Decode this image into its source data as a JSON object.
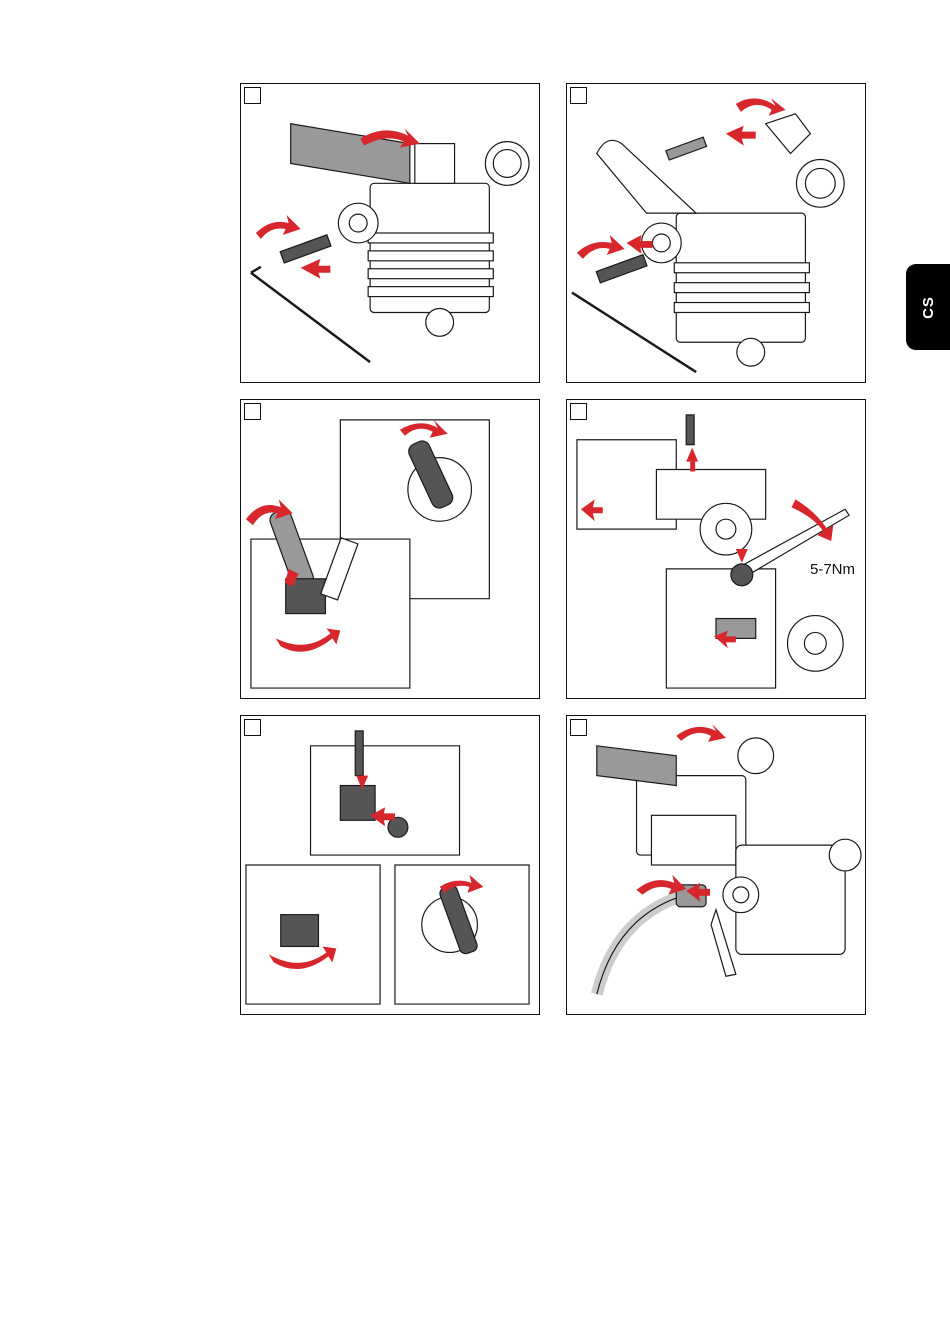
{
  "tab": {
    "language_code": "CS"
  },
  "panels": [
    {
      "id": 1,
      "step_number": ""
    },
    {
      "id": 2,
      "step_number": ""
    },
    {
      "id": 3,
      "step_number": ""
    },
    {
      "id": 4,
      "step_number": "",
      "torque_label": "5-7Nm"
    },
    {
      "id": 5,
      "step_number": ""
    },
    {
      "id": 6,
      "step_number": ""
    }
  ],
  "colors": {
    "arrow": "#d7262c",
    "line": "#1a1a1a",
    "part_dark": "#555555"
  }
}
